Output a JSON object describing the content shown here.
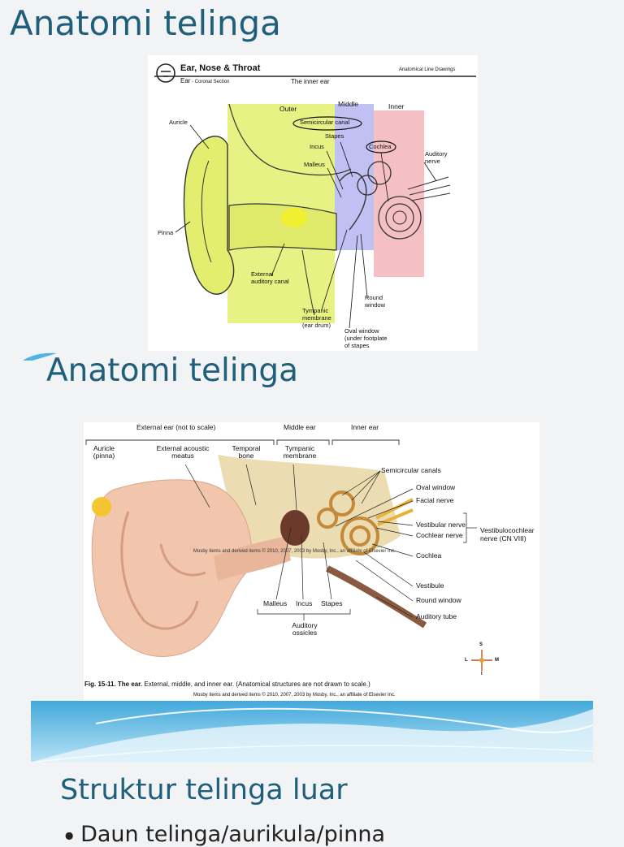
{
  "slide1": {
    "title": "Anatomi telinga",
    "figure": {
      "header_title": "Ear, Nose & Throat",
      "header_subtitle_bold": "Ear",
      "header_subtitle_rest": " - Coronal Section",
      "header_right": "Anatomical Line Drawings",
      "caption": "The inner ear",
      "labels": {
        "outer": "Outer",
        "middle": "Middle",
        "inner": "Inner",
        "auricle": "Auricle",
        "semicircular_canal": "Semicircular canal",
        "stapes": "Stapes",
        "incus": "Incus",
        "cochlea": "Cochlea",
        "malleus": "Malleus",
        "auditory_nerve_1": "Auditory",
        "auditory_nerve_2": "nerve",
        "pinna": "Pinna",
        "external_canal_1": "External",
        "external_canal_2": "auditory canal",
        "round_window_1": "Round",
        "round_window_2": "window",
        "tympanic_1": "Tympanic",
        "tympanic_2": "membrane",
        "tympanic_3": "(ear drum)",
        "oval_window_1": "Oval window",
        "oval_window_2": "(under footplate",
        "oval_window_3": "of stapes"
      },
      "colors": {
        "outer": "#e4ee6e",
        "middle": "#b9b9f2",
        "inner": "#f4b9bd"
      }
    }
  },
  "slide2": {
    "title": "Anatomi telinga",
    "figure": {
      "top_labels": {
        "external_ear": "External ear (not to scale)",
        "middle_ear": "Middle ear",
        "inner_ear": "Inner ear"
      },
      "labels": {
        "auricle_1": "Auricle",
        "auricle_2": "(pinna)",
        "external_meatus_1": "External acoustic",
        "external_meatus_2": "meatus",
        "temporal_bone_1": "Temporal",
        "temporal_bone_2": "bone",
        "tympanic_1": "Tympanic",
        "tympanic_2": "membrane",
        "semicircular_canals": "Semicircular canals",
        "oval_window": "Oval window",
        "facial_nerve": "Facial nerve",
        "vestibular_nerve": "Vestibular nerve",
        "cochlear_nerve": "Cochlear nerve",
        "vestibulocochlear_1": "Vestibulocochlear",
        "vestibulocochlear_2": "nerve (CN VIII)",
        "cochlea": "Cochlea",
        "vestibule": "Vestibule",
        "round_window": "Round window",
        "auditory_tube": "Auditory tube",
        "malleus": "Malleus",
        "incus": "Incus",
        "stapes": "Stapes",
        "ossicles_1": "Auditory",
        "ossicles_2": "ossicles",
        "watermark": "Mosby items and derived items © 2010, 2007, 2003 by Mosby, Inc., an affiliate of Elsevier Inc.",
        "compass_s": "S",
        "compass_l": "L",
        "compass_m": "M",
        "compass_i": "I"
      },
      "caption_bold": "Fig. 15-11. The ear.",
      "caption_rest": " External, middle, and inner ear. (Anatomical structures are not drawn to scale.)",
      "copyright": "Mosby items and derived items © 2010, 2007, 2003 by Mosby, Inc., an affiliate of Elsevier Inc."
    }
  },
  "slide3": {
    "title": "Struktur telinga luar",
    "bullet": "Daun telinga/aurikula/pinna"
  }
}
